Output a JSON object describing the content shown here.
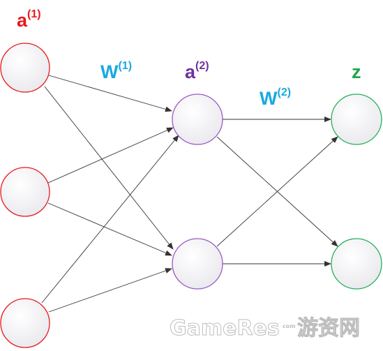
{
  "labels": {
    "input_layer": {
      "base": "a",
      "sup": "(1)",
      "color": "#e8191d"
    },
    "weights_1": {
      "base": "W",
      "sup": "(1)",
      "color": "#19a9e1"
    },
    "hidden_layer": {
      "base": "a",
      "sup": "(2)",
      "color": "#7030a0"
    },
    "weights_2": {
      "base": "W",
      "sup": "(2)",
      "color": "#19a9e1"
    },
    "output_layer": {
      "base": "z",
      "color": "#1ea64a"
    }
  },
  "colors": {
    "input_stroke": "#e8191d",
    "hidden_stroke": "#9b59c4",
    "output_stroke": "#25b15a",
    "edge": "#333333",
    "node_fill_start": "#ffffff",
    "node_fill_end": "#e9e9ee"
  },
  "watermark": {
    "latin": "GameRes",
    "cjk": "游资网",
    "small": "com"
  }
}
